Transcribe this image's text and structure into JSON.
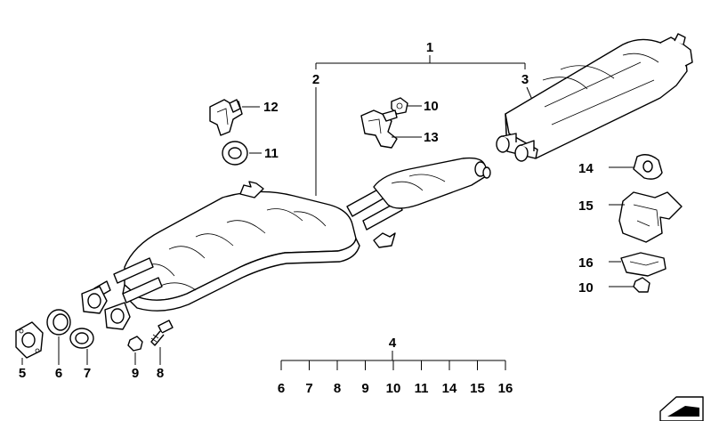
{
  "diagram": {
    "callouts": {
      "c1": "1",
      "c2": "2",
      "c3": "3",
      "c12": "12",
      "c11": "11",
      "c10a": "10",
      "c13": "13",
      "c14": "14",
      "c15": "15",
      "c16": "16",
      "c10b": "10",
      "c5": "5",
      "c6": "6",
      "c7": "7",
      "c9": "9",
      "c8": "8",
      "c4": "4"
    },
    "kit_row": [
      "6",
      "7",
      "8",
      "9",
      "10",
      "11",
      "14",
      "15",
      "16"
    ]
  }
}
